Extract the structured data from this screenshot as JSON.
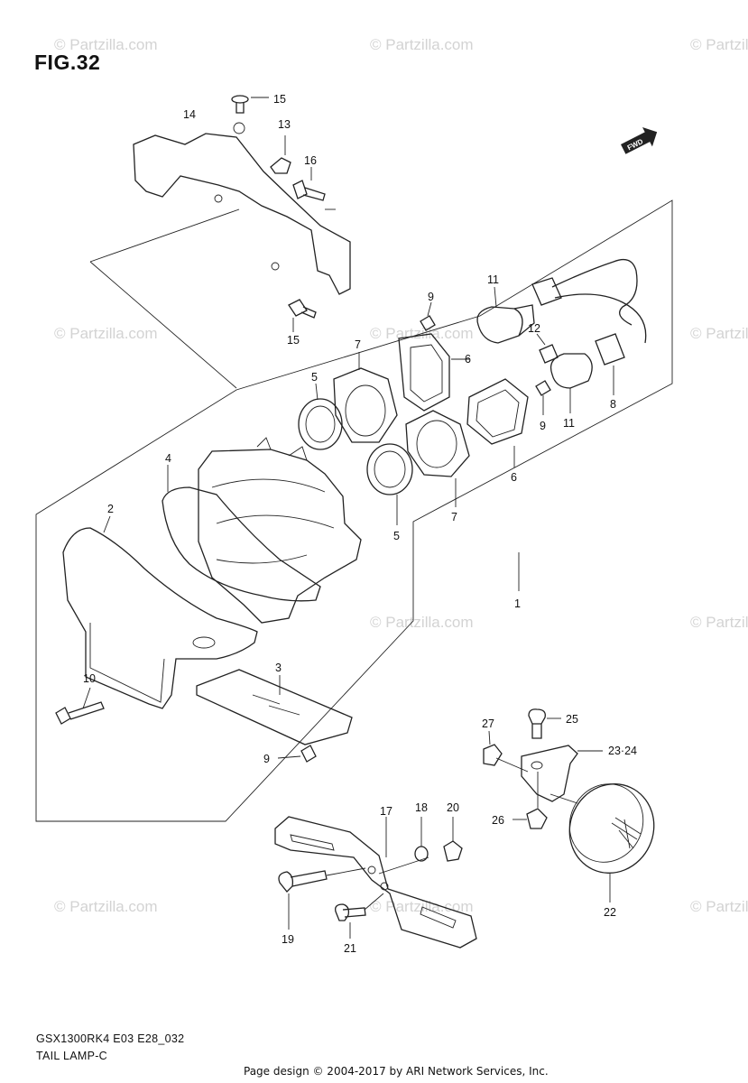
{
  "figure": {
    "title": "FIG.32"
  },
  "fwd_label": "FWD",
  "watermark": {
    "text": "© Partzilla.com"
  },
  "callouts": {
    "c1": "1",
    "c2": "2",
    "c3": "3",
    "c4": "4",
    "c5a": "5",
    "c5b": "5",
    "c6a": "6",
    "c6b": "6",
    "c7a": "7",
    "c7b": "7",
    "c8": "8",
    "c9a": "9",
    "c9b": "9",
    "c9c": "9",
    "c10": "10",
    "c11a": "11",
    "c11b": "11",
    "c12": "12",
    "c13": "13",
    "c14": "14",
    "c15a": "15",
    "c15b": "15",
    "c16": "16",
    "c17": "17",
    "c18": "18",
    "c19": "19",
    "c20": "20",
    "c21": "21",
    "c22": "22",
    "c2324": "23·24",
    "c25": "25",
    "c26": "26",
    "c27": "27"
  },
  "footer": {
    "model_code": "GSX1300RK4 E03 E28_032",
    "section_name": "TAIL LAMP-C",
    "credit": "Page design © 2004-2017 by ARI Network Services, Inc."
  }
}
